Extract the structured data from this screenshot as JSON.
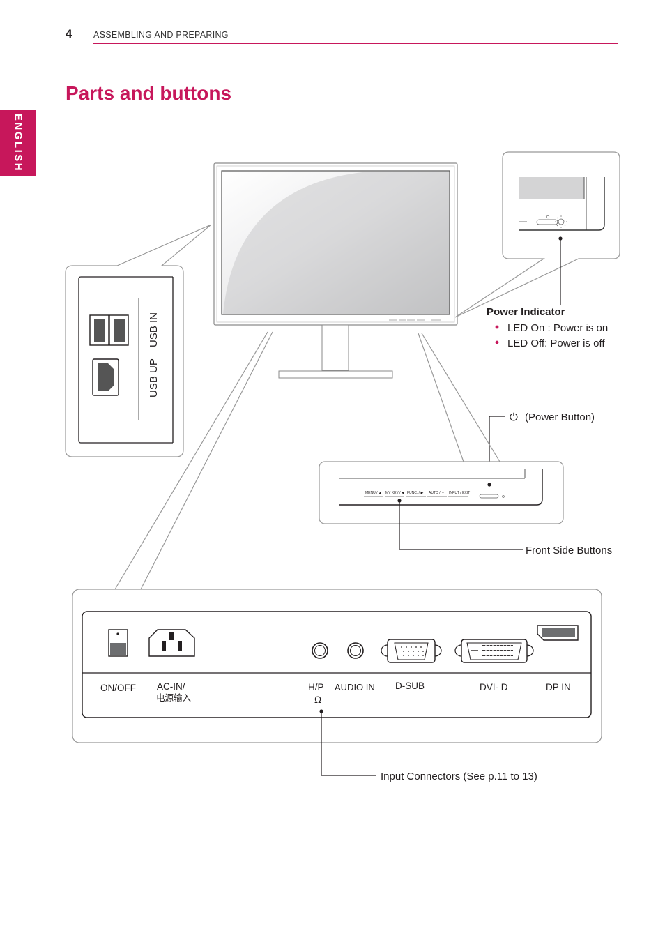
{
  "header": {
    "page_number": "4",
    "section": "ASSEMBLING AND PREPARING"
  },
  "language_tab": "ENGLISH",
  "title": "Parts and buttons",
  "side_panel": {
    "usb_in": "USB IN",
    "usb_up": "USB UP"
  },
  "power_indicator": {
    "title": "Power Indicator",
    "items": [
      "LED On : Power is on",
      "LED Off: Power is off"
    ]
  },
  "power_button": {
    "symbol": "⏻",
    "label": "(Power Button)"
  },
  "front_buttons": {
    "keys": [
      "MENU / ▲",
      "MY KEY / ◀",
      "FUNC. / ▶",
      "AUTO / ▼",
      "INPUT / EXIT"
    ],
    "label": "Front Side Buttons"
  },
  "rear_panel": {
    "on_off": "ON/OFF",
    "ac_in": "AC-IN/",
    "ac_in_cn": "电源输入",
    "hp": "H/P",
    "headphone_symbol": "Ω",
    "audio_in": "AUDIO IN",
    "dsub": "D-SUB",
    "dvi": "DVI- D",
    "dp": "DP IN"
  },
  "input_connectors": {
    "label": "Input Connectors (",
    "ref": "See p.11 to 13)"
  },
  "colors": {
    "accent": "#c7175b",
    "line": "#231f20",
    "outline": "#999999"
  }
}
